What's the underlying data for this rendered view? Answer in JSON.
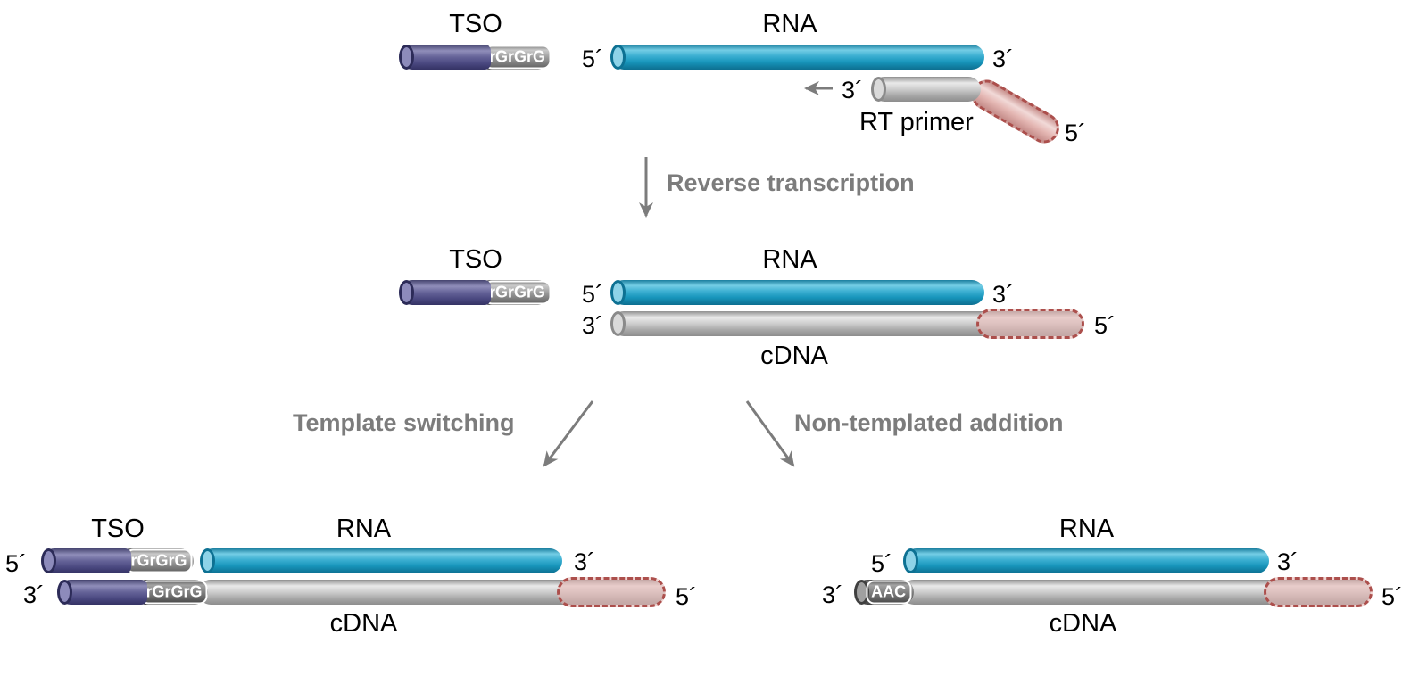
{
  "colors": {
    "rna_blue": "#2aa2c6",
    "tso_purple": "#5b5a93",
    "cdna_gray": "#c9c9c9",
    "tag_gray": "#8f8f8f",
    "tag_dark_gray": "#6d6d6d",
    "overhang_pink_fill": "#e7b9b5",
    "overhang_pink_border": "#ac4f4c",
    "arrow_gray": "#7c7c7c",
    "label_black": "#000000"
  },
  "top": {
    "tso_label": "TSO",
    "tso_tag": "rGrGrG",
    "rna_label": "RNA",
    "rna_five_prime": "5´",
    "rna_three_prime": "3´",
    "rt_primer": {
      "three_prime": "3´",
      "label": "RT primer",
      "five_prime": "5´"
    }
  },
  "steps": {
    "reverse_transcription": "Reverse transcription",
    "template_switching": "Template switching",
    "non_templated_addition": "Non-templated addition"
  },
  "middle": {
    "tso_label": "TSO",
    "tso_tag": "rGrGrG",
    "rna_label": "RNA",
    "rna_five_prime": "5´",
    "rna_three_prime": "3´",
    "cdna_label": "cDNA",
    "cdna_three_prime": "3´",
    "cdna_five_prime": "5´"
  },
  "bottom_left": {
    "tso_label": "TSO",
    "rna_label": "RNA",
    "cdna_label": "cDNA",
    "top_row": {
      "five_prime": "5´",
      "tso_tag": "rGrGrG",
      "three_prime": "3´"
    },
    "bottom_row": {
      "three_prime": "3´",
      "tso_tag": "rGrGrG",
      "five_prime": "5´"
    }
  },
  "bottom_right": {
    "rna_label": "RNA",
    "cdna_label": "cDNA",
    "top_row": {
      "five_prime": "5´",
      "three_prime": "3´"
    },
    "bottom_row": {
      "three_prime": "3´",
      "aac_tag": "AAC",
      "five_prime": "5´"
    }
  }
}
